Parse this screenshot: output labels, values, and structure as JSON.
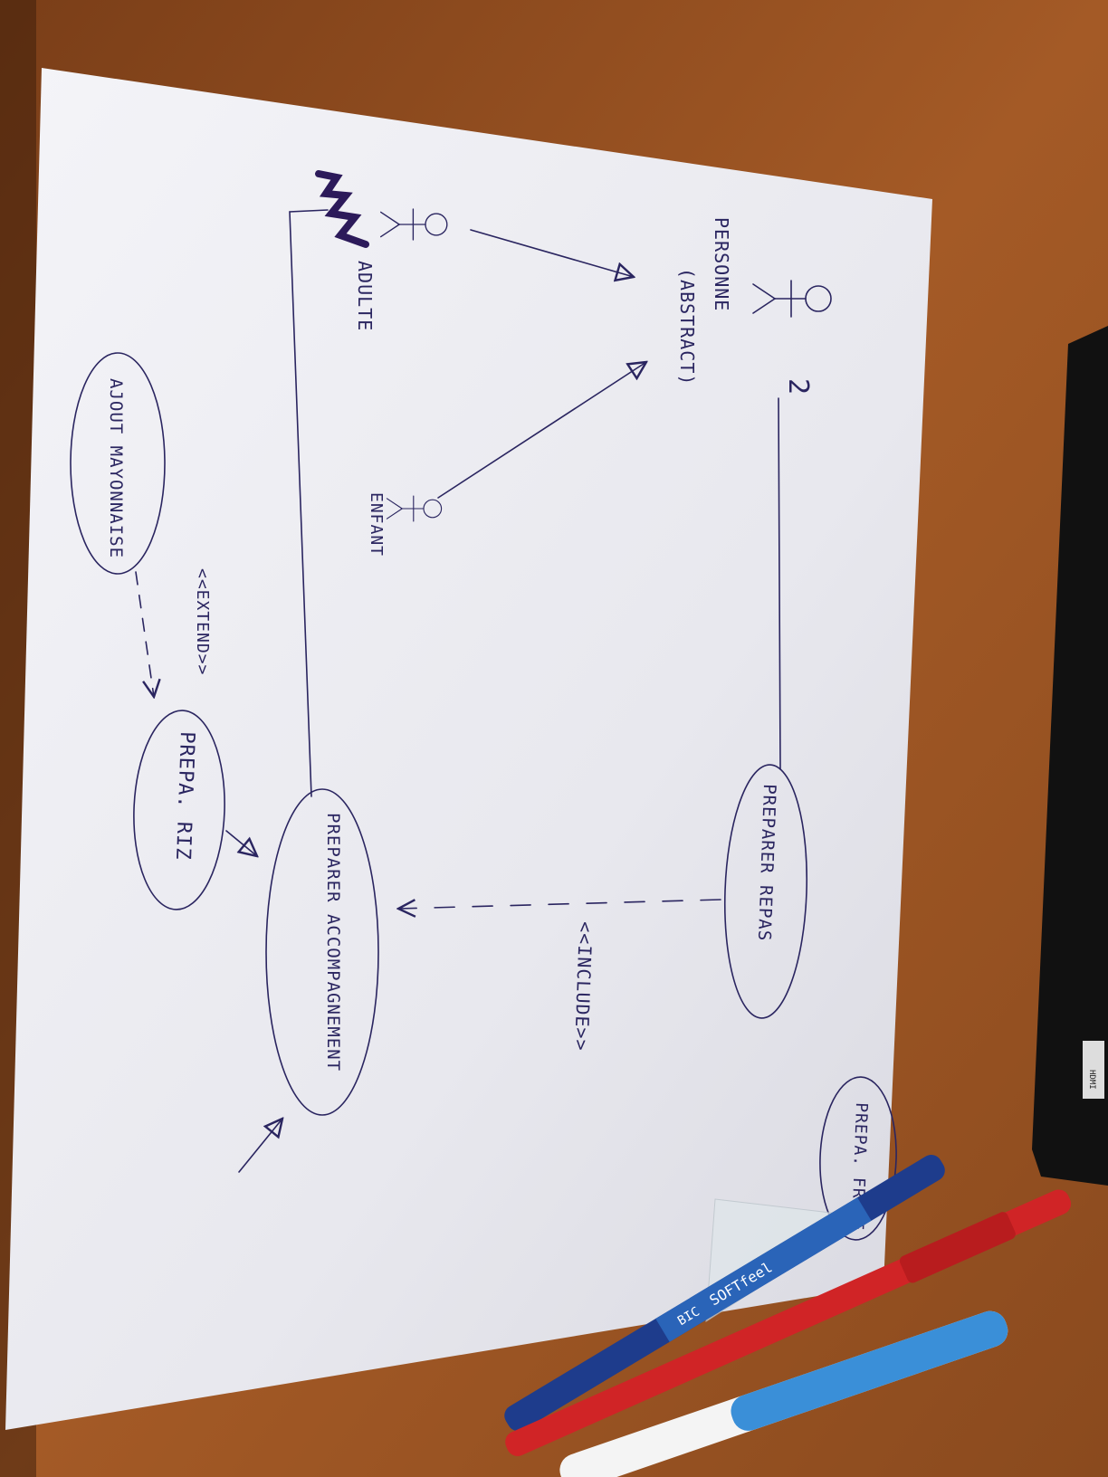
{
  "photo": {
    "subject": "hand-drawn UML use case diagram on white paper on a wooden desk",
    "colors": {
      "desk": "#9a5424",
      "paper": "#e9e9ee",
      "ink": "#2a2560",
      "pen_blue": "#2a64b8",
      "pen_red": "#d02426",
      "pen_light_blue": "#3a8fd8"
    }
  },
  "diagram": {
    "actors": {
      "personne": "PERSONNE",
      "personne_abstract": "(ABSTRACT)",
      "adulte": "ADULTE",
      "enfant": "ENFANT"
    },
    "multiplicity": "2",
    "use_cases": {
      "preparer_repas": "PREPARER REPAS",
      "preparer_accompagnement": "PREPARER ACCOMPAGNEMENT",
      "prepa_riz": "PREPA. RIZ",
      "prepa_frite": "PREPA. FRITE",
      "ajout_mayonnaise": "AJOUT MAYONNAISE"
    },
    "stereotypes": {
      "include": "<<INCLUDE>>",
      "extend": "<<EXTEND>>"
    }
  },
  "objects": {
    "pen_brand": "BIC",
    "pen_model": "SOFTfeel",
    "hdmi_label": "HDMI"
  }
}
